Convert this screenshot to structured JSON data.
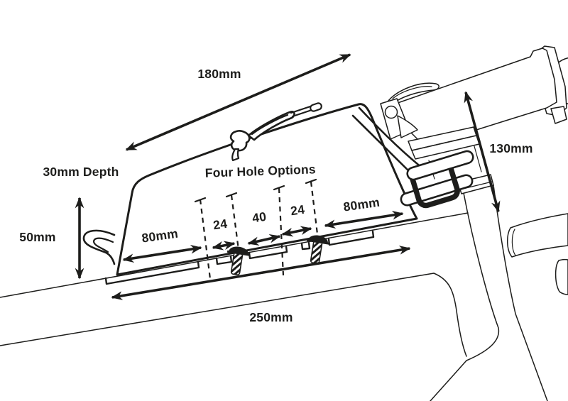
{
  "colors": {
    "background": "#ffffff",
    "ink": "#1d1d1b"
  },
  "labels": {
    "top_length": "180mm",
    "depth": "30mm Depth",
    "side_height": "50mm",
    "front_hole_offset": "80mm",
    "hole_options_title": "Four Hole Options",
    "hole_spacing_left": "24",
    "hole_spacing_center": "40",
    "hole_spacing_right": "24",
    "rear_hole_offset": "80mm",
    "head_tube_height": "130mm",
    "base_length": "250mm"
  }
}
